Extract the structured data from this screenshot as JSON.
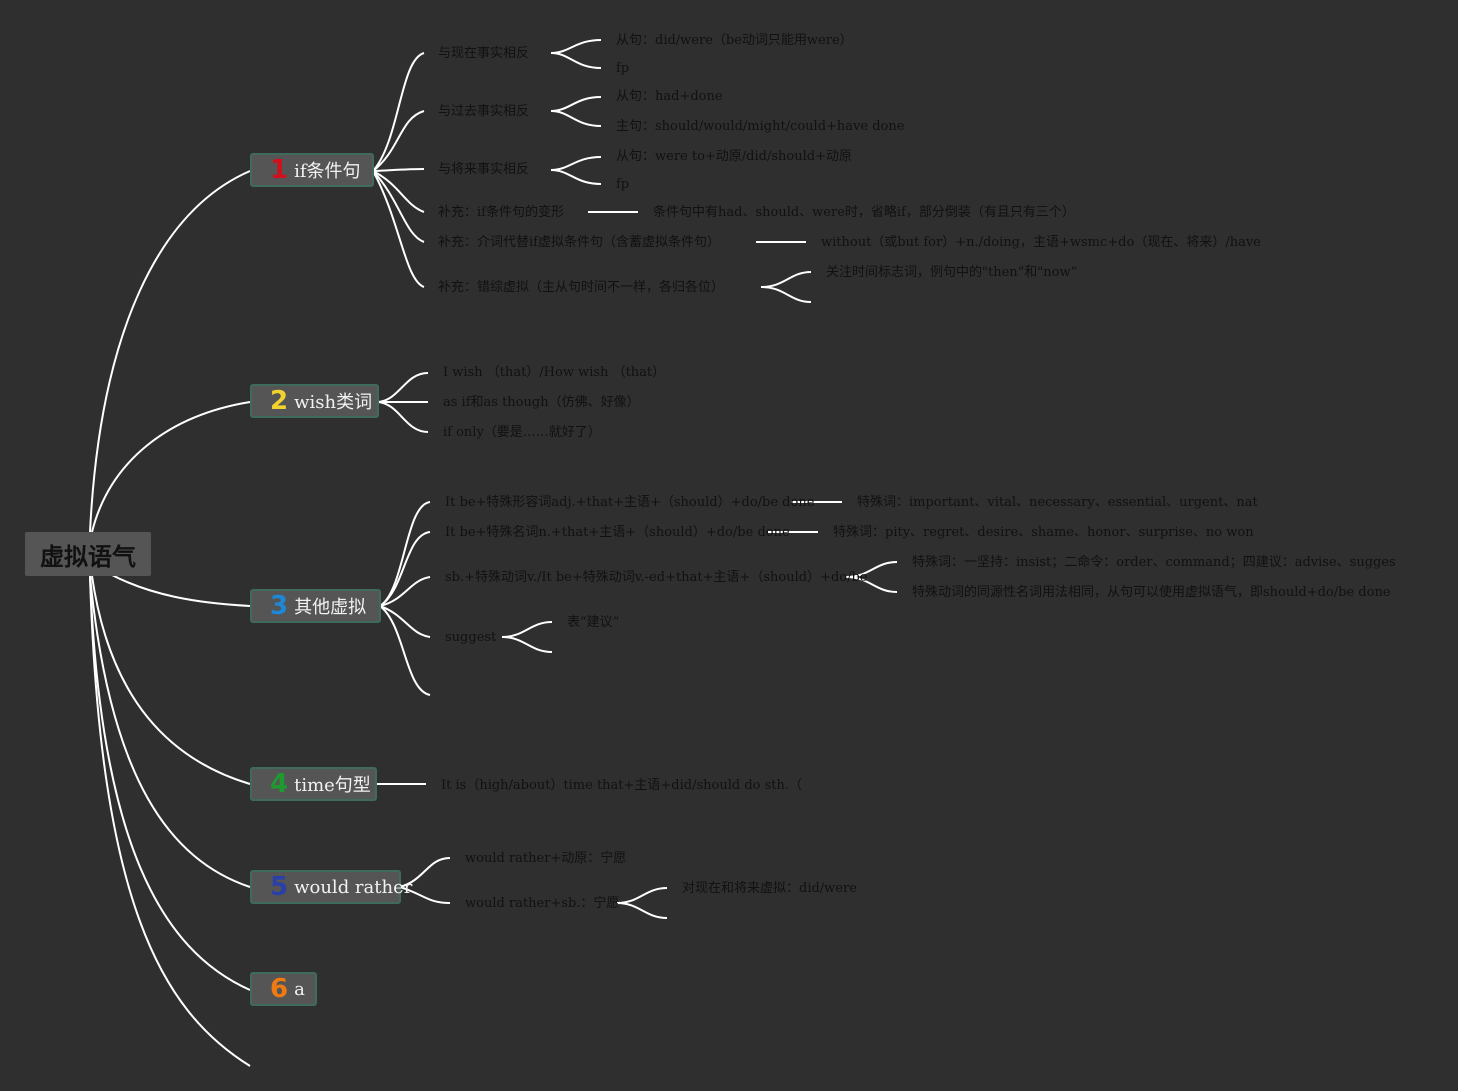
{
  "root": "虚拟语气",
  "topics": [
    {
      "num": "1",
      "num_color": "#d0101c",
      "label": "if条件句"
    },
    {
      "num": "2",
      "num_color": "#f2d22e",
      "label": "wish类词"
    },
    {
      "num": "3",
      "num_color": "#1e88d8",
      "label": "其他虚拟"
    },
    {
      "num": "4",
      "num_color": "#1f9a30",
      "label": "time句型"
    },
    {
      "num": "5",
      "num_color": "#2a3fa8",
      "label": "would rather"
    },
    {
      "num": "6",
      "num_color": "#f07a12",
      "label": "a"
    }
  ],
  "if": {
    "present": "与现在事实相反",
    "present_a": "从句：did/were（be动词只能用were）",
    "present_b": "fp",
    "past": "与过去事实相反",
    "past_a": "从句：had+done",
    "past_b": "主句：should/would/might/could+have done",
    "future": "与将来事实相反",
    "future_a": "从句：were to+动原/did/should+动原",
    "future_b": "fp",
    "supp1": "补充：if条件句的变形",
    "supp1_d": "条件句中有had、should、were时，省略if，部分倒装（有且只有三个）",
    "supp2": "补充：介词代替if虚拟条件句（含蓄虚拟条件句）",
    "supp2_d": "without（或but for）+n./doing，主语+wsmc+do（现在、将来）/have",
    "supp3": "补充：错综虚拟（主从句时间不一样，各归各位）",
    "supp3_d": "关注时间标志词，例句中的\"then“和\"now“"
  },
  "wish": {
    "a": "I wish （that）/How wish （that）",
    "b": "as if和as though（仿佛、好像）",
    "c": "if only（要是……就好了）"
  },
  "other": {
    "a": "It be+特殊形容词adj.+that+主语+（should）+do/be done",
    "a_d": "特殊词：important、vital、necessary、essential、urgent、nat",
    "b": "It be+特殊名词n.+that+主语+（should）+do/be done",
    "b_d": "特殊词：pity、regret、desire、shame、honor、surprise、no won",
    "c": "sb.+特殊动词v./It be+特殊动词v.-ed+that+主语+（should）+do/be",
    "c_d1": "特殊词：一坚持：insist；二命令：order、command；四建议：advise、sugges",
    "c_d2": "特殊动词的同源性名词用法相同，从句可以使用虚拟语气，即should+do/be done",
    "d": "suggest",
    "d_d": "表“建议”"
  },
  "time": {
    "a": "It is（high/about）time that+主语+did/should do sth.（"
  },
  "rather": {
    "a": "would rather+动原：宁愿",
    "b": "would rather+sb.：宁愿",
    "b_d": "对现在和将来虚拟：did/were"
  }
}
